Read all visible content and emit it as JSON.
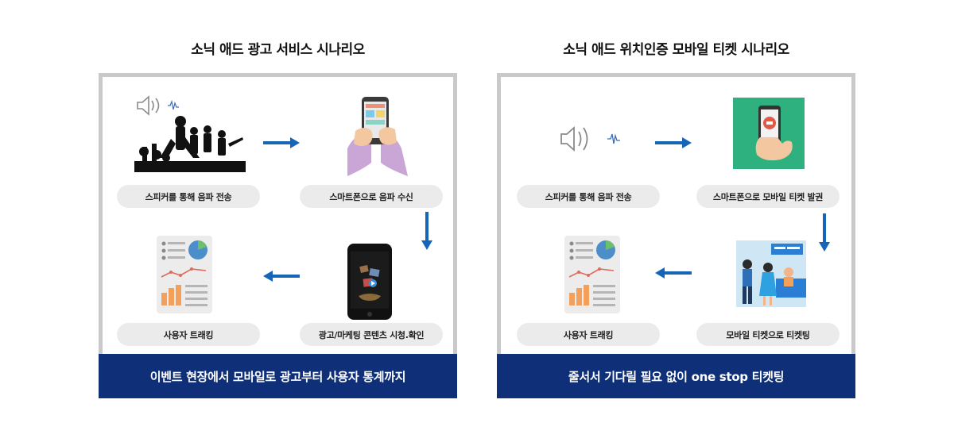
{
  "left": {
    "title": "소닉 애드 광고 서비스 시나리오",
    "steps": [
      "스피커를 통해 음파 전송",
      "스마트폰으로 음파 수신",
      "광고/마케팅 콘텐츠 시청.확인",
      "사용자 트래킹"
    ],
    "footer": "이벤트 현장에서 모바일로 광고부터 사용자 통계까지"
  },
  "right": {
    "title": "소닉 애드 위치인증 모바일 티켓 시나리오",
    "steps": [
      "스피커를 통해 음파 전송",
      "스마트폰으로 모바일 티켓 발권",
      "모바일 티켓으로 티켓팅",
      "사용자 트래킹"
    ],
    "footer": "줄서서 기다릴 필요 없이 one stop 티켓팅"
  },
  "colors": {
    "footer": "#0f2f78",
    "arrow": "#1565b8",
    "frame": "#c9c9c9",
    "pill": "#ebebeb"
  }
}
